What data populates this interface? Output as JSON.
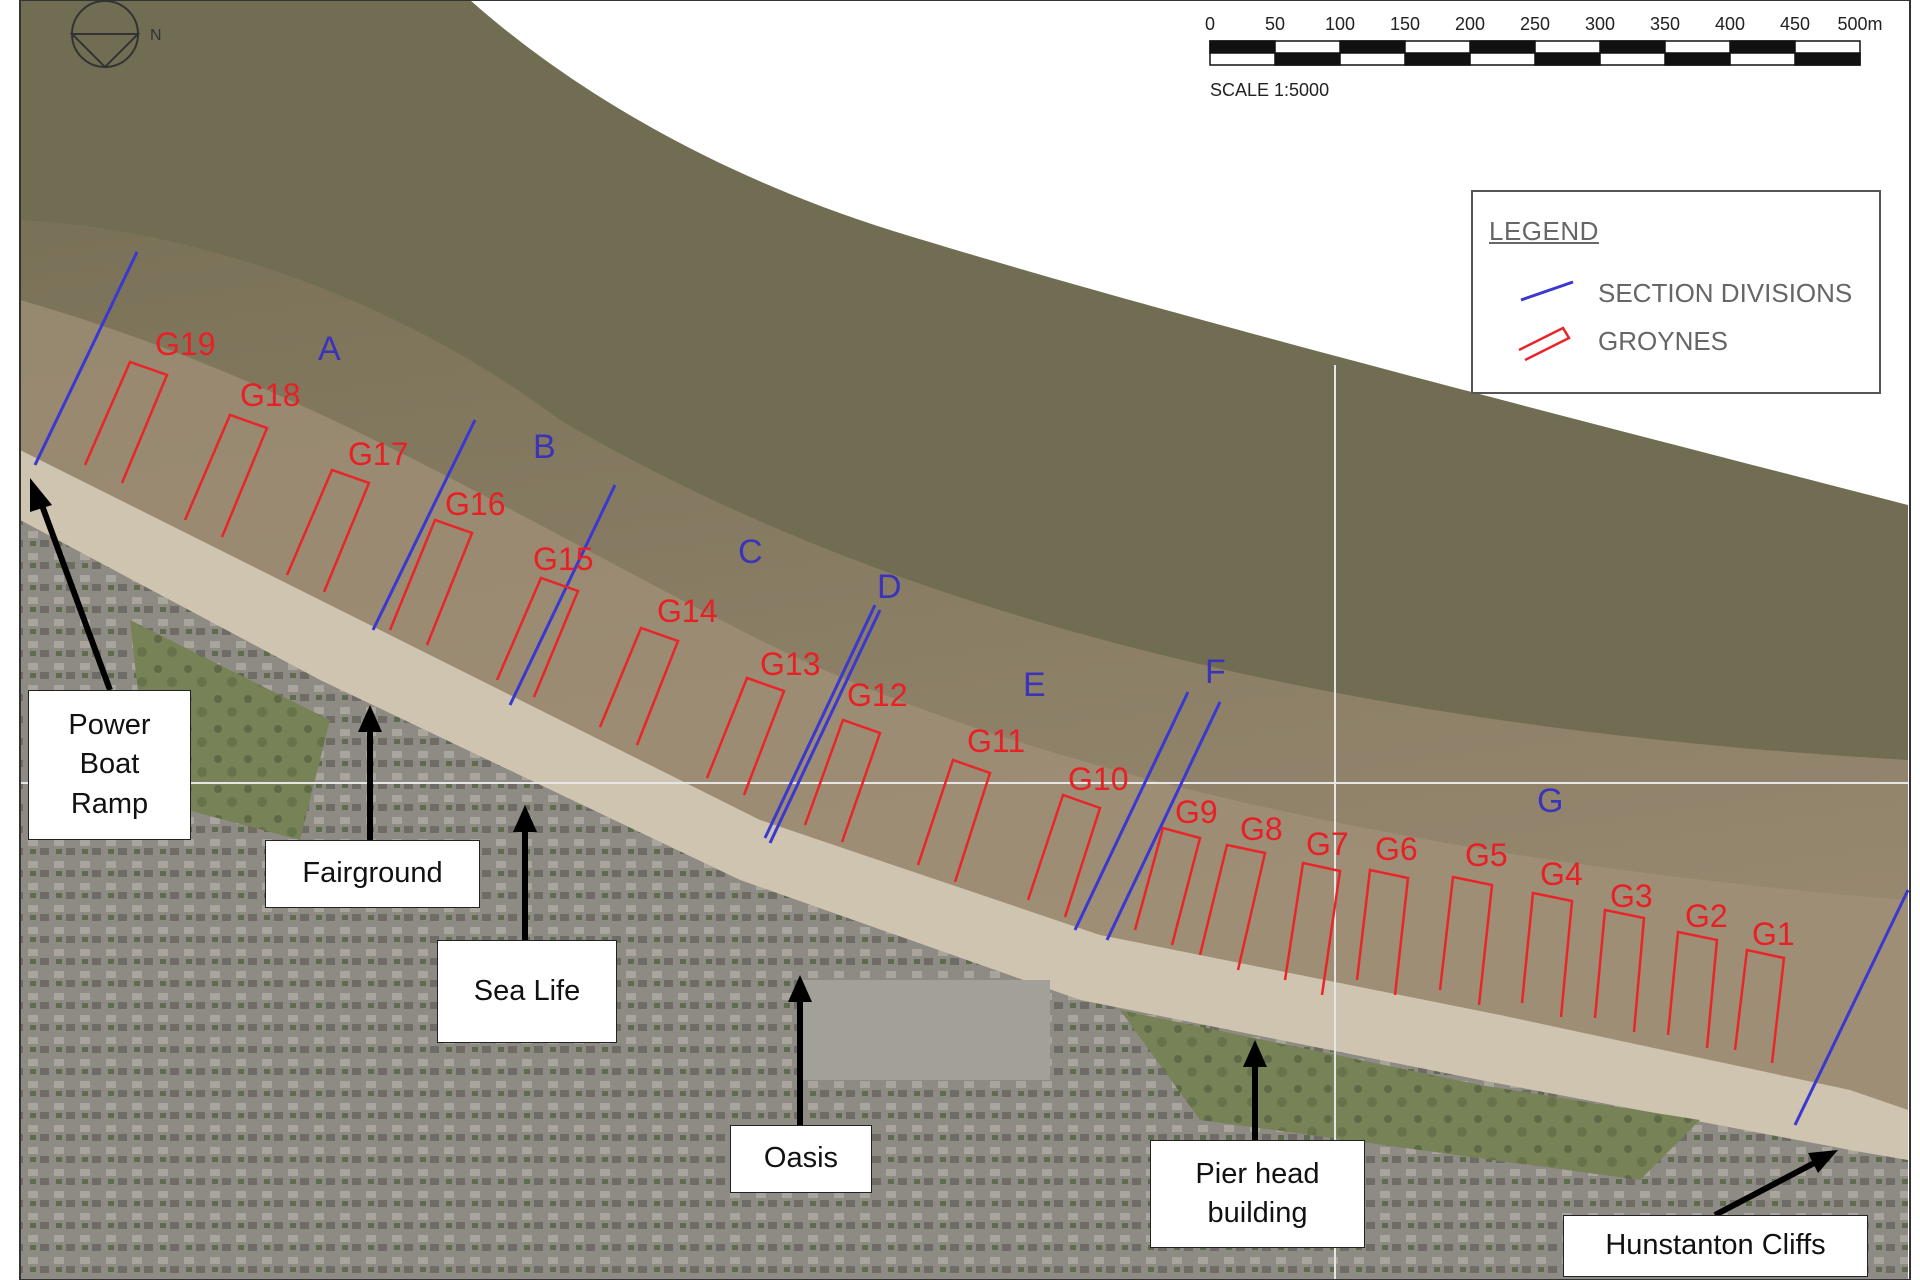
{
  "map": {
    "north_symbol": "N",
    "colors": {
      "sea": "#706d52",
      "sand": "#8d7c66",
      "beach": "#cbbfab",
      "land": "#6f7a5a",
      "town": "#8c8a83",
      "section_line": "#3a38d0",
      "groyne": "#e8262a",
      "section_label": "#3b34b8",
      "groyne_label": "#e82025"
    }
  },
  "scale": {
    "ticks": [
      "0",
      "50",
      "100",
      "150",
      "200",
      "250",
      "300",
      "350",
      "400",
      "450",
      "500m"
    ],
    "label": "SCALE 1:5000"
  },
  "legend": {
    "title": "LEGEND",
    "items": [
      {
        "label": "SECTION DIVISIONS",
        "icon": "blue-line"
      },
      {
        "label": "GROYNES",
        "icon": "red-groyne-outline"
      }
    ]
  },
  "sections": [
    "A",
    "B",
    "C",
    "D",
    "E",
    "F",
    "G"
  ],
  "groynes": [
    "G19",
    "G18",
    "G17",
    "G16",
    "G15",
    "G14",
    "G13",
    "G12",
    "G11",
    "G10",
    "G9",
    "G8",
    "G7",
    "G6",
    "G5",
    "G4",
    "G3",
    "G2",
    "G1"
  ],
  "callouts": {
    "power_boat_ramp": "Power Boat Ramp",
    "fairground": "Fairground",
    "sea_life": "Sea Life",
    "oasis": "Oasis",
    "pier_head": "Pier head building",
    "hunstanton_cliffs": "Hunstanton Cliffs"
  }
}
